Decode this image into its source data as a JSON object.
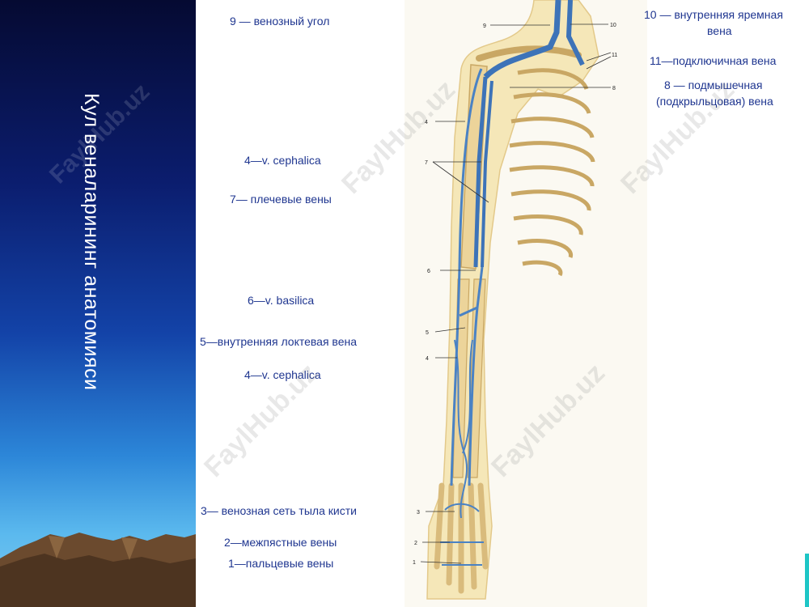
{
  "slide": {
    "title": "Кул веналарининг анатомияси",
    "watermark": "FaylHub.uz"
  },
  "labels": {
    "l9": "9 — венозный угол",
    "l10a": "10 — внутренняя яремная",
    "l10b": "вена",
    "l11": "11—подключичная вена",
    "l8a": "8 — подмышечная",
    "l8b": "(подкрыльцовая) вена",
    "l4a": "4—v. cephalica",
    "l7": "7— плечевые вены",
    "l6": "6—v. basilica",
    "l5": "5—внутренняя локтевая вена",
    "l4b": "4—v. cephalica",
    "l3": "3— венозная сеть тыла кисти",
    "l2": "2—межпястные вены",
    "l1": "1—пальцевые вены"
  },
  "figure_numbers": {
    "n9": "9",
    "n10": "10",
    "n11": "11",
    "n8": "8",
    "n4a": "4",
    "n7": "7",
    "n6": "6",
    "n5": "5",
    "n4b": "4",
    "n3": "3",
    "n2": "2",
    "n1": "1"
  }
}
